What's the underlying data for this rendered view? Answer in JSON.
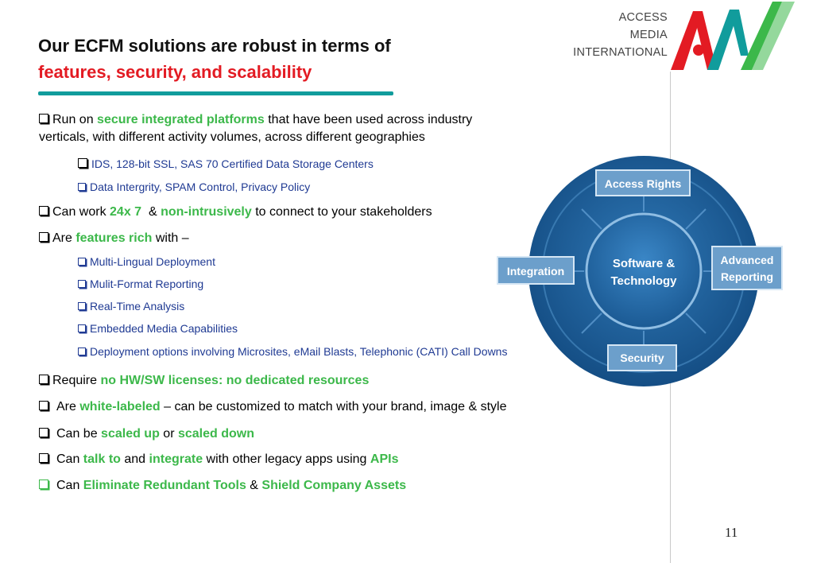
{
  "title": {
    "line1": "Our ECFM solutions are robust in terms of",
    "line2": "features, security, and scalability"
  },
  "logo": {
    "line1": "ACCESS",
    "line2": "MEDIA",
    "line3": "INTERNATIONAL",
    "colors": {
      "red": "#e31b23",
      "green": "#3cb84a",
      "teal": "#119c9c"
    }
  },
  "bullets": {
    "b1": {
      "pre": "Run on ",
      "hl": "secure integrated platforms",
      "post": " that have been used across industry",
      "line2": "verticals, with different activity volumes, across different geographies"
    },
    "b1_sub": [
      "IDS, 128-bit SSL, SAS 70 Certified Data Storage Centers",
      "Data Intergrity, SPAM Control, Privacy Policy"
    ],
    "b2": {
      "pre": "Can work ",
      "hl1": "24x 7",
      "mid": "  & ",
      "hl2": "non-intrusively",
      "post": " to connect to your stakeholders"
    },
    "b3": {
      "pre": "Are ",
      "hl": "features rich",
      "post": " with –"
    },
    "b3_sub": [
      "Multi-Lingual Deployment",
      "Mulit-Format Reporting",
      "Real-Time Analysis",
      "Embedded Media Capabilities",
      "Deployment options involving  Microsites, eMail Blasts, Telephonic (CATI) Call Downs"
    ],
    "b4": {
      "pre": "Require ",
      "hl": "no HW/SW licenses: no dedicated resources"
    },
    "b5": {
      "pre": "Are ",
      "hl": "white-labeled",
      "post": " – can be customized to match with your brand, image & style"
    },
    "b6": {
      "pre": "Can be ",
      "hl1": "scaled up",
      "mid": " or ",
      "hl2": "scaled down"
    },
    "b7": {
      "pre": "Can ",
      "hl1": "talk to",
      "mid1": " and ",
      "hl2": "integrate",
      "mid2": " with other legacy apps using ",
      "hl3": "APIs"
    },
    "b8": {
      "pre": "Can ",
      "hl1": "Eliminate Redundant Tools",
      "mid": " & ",
      "hl2": "Shield Company Assets"
    }
  },
  "diagram": {
    "center": [
      "Software &",
      "Technology"
    ],
    "top": "Access Rights",
    "left": "Integration",
    "right": [
      "Advanced",
      "Reporting"
    ],
    "bottom": "Security",
    "colors": {
      "outer": "#1a5e98",
      "ring": "#2d73b0",
      "center": "#2a6aa5",
      "label_bg": "#7fa8cc"
    }
  },
  "page_number": "11"
}
